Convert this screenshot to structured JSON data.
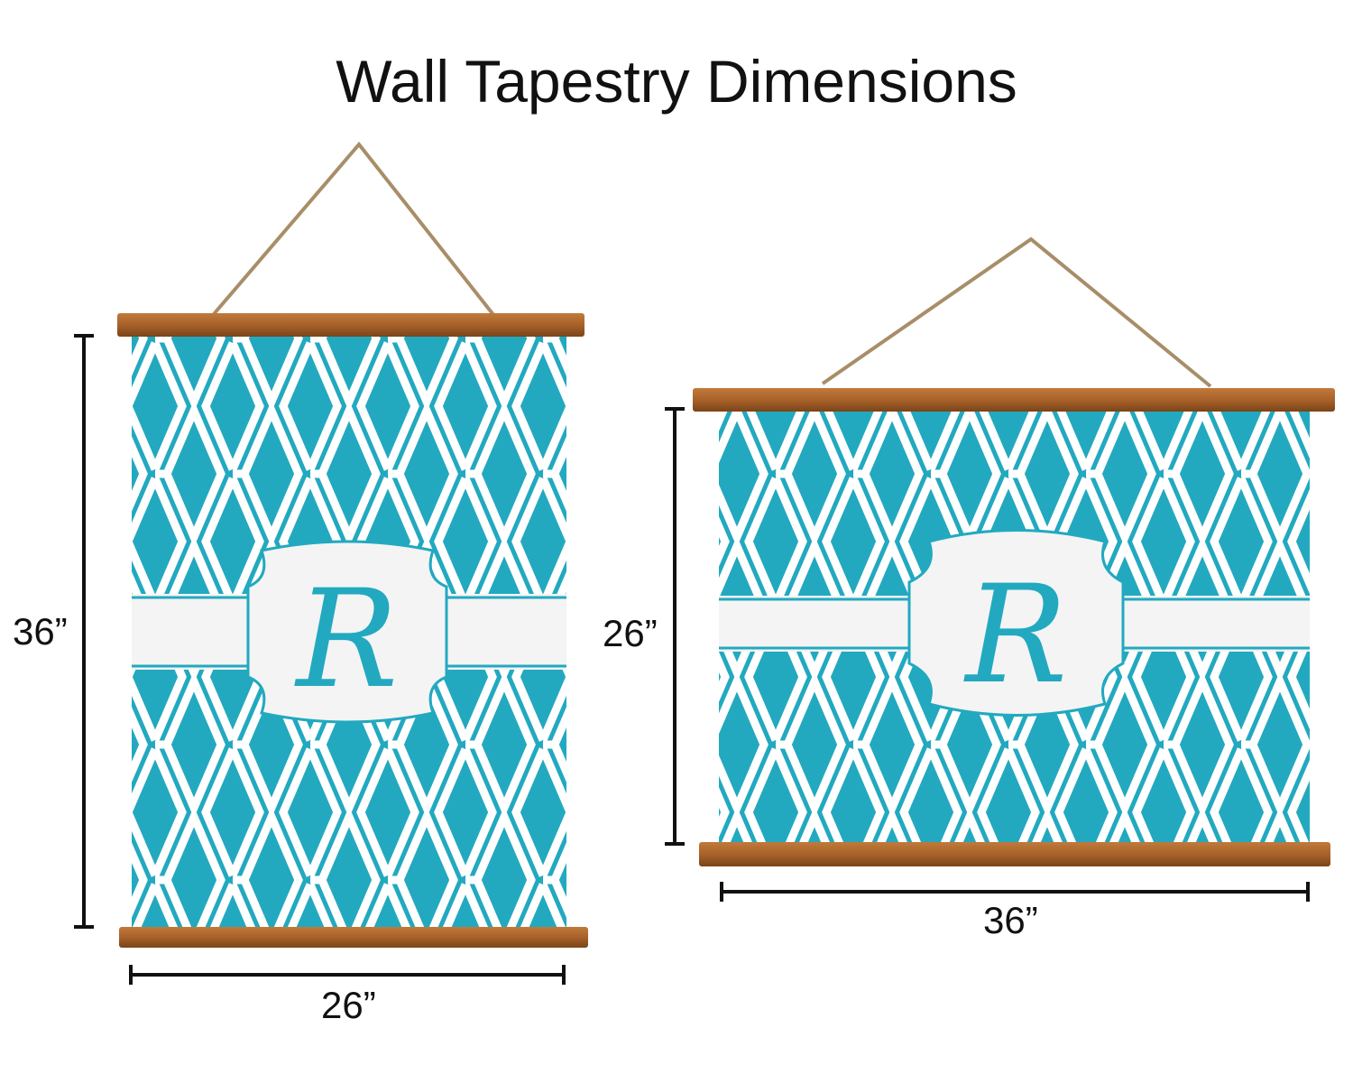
{
  "title": "Wall Tapestry Dimensions",
  "colors": {
    "teal": "#22a9c0",
    "wood": "#a8622a",
    "rope": "#a88e68"
  },
  "portrait": {
    "height_label": "36”",
    "width_label": "26”",
    "monogram": "R"
  },
  "landscape": {
    "height_label": "26”",
    "width_label": "36”",
    "monogram": "R"
  }
}
